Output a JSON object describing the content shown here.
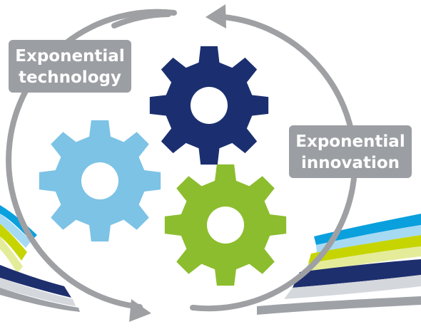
{
  "labels": {
    "exponential_technology": {
      "line1": "Exponential",
      "line2": "technology"
    },
    "exponential_innovation": {
      "line1": "Exponential",
      "line2": "innovation"
    }
  },
  "colors": {
    "cycle_arrow": "#9fa0a3",
    "label_box": "#9b9ea2",
    "label_text": "#ffffff",
    "gear_navy": "#1b2f70",
    "gear_light_blue": "#7cc3e6",
    "gear_green": "#8cbd2e",
    "wave_cyan": "#0aa0dd",
    "wave_light_blue": "#a6daf2",
    "wave_lime": "#c6d500",
    "wave_pale_lime": "#e4ec9a",
    "wave_navy": "#1e2f6e",
    "wave_light_gray": "#d4d7dc",
    "wave_gray": "#9ea2a6"
  },
  "icons": [
    "gear-icon",
    "cycle-arrow-icon",
    "wave-stripes"
  ]
}
